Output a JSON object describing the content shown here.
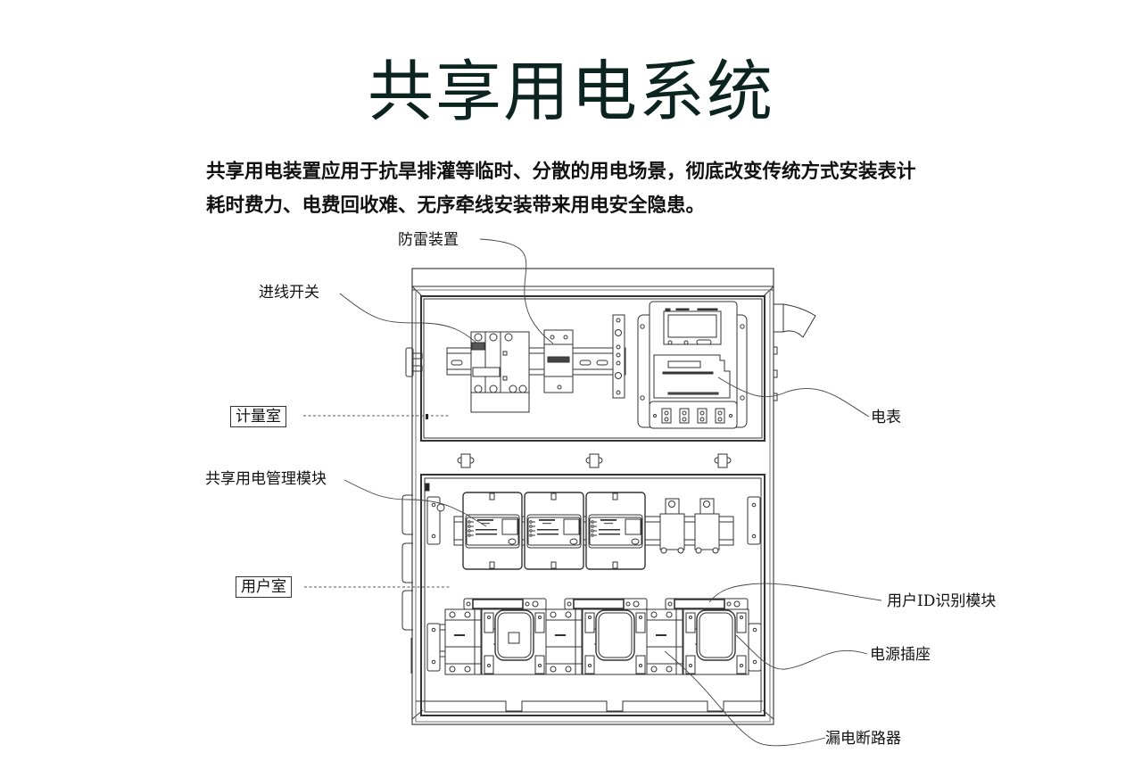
{
  "header": {
    "title": "共享用电系统"
  },
  "description": {
    "line1": "共享用电装置应用于抗旱排灌等临时、分散的用电场景，彻底改变传统方式安装表计",
    "line2": "耗时费力、电费回收难、无序牵线安装带来用电安全隐患。"
  },
  "diagram": {
    "callouts": {
      "surge_protector": "防雷装置",
      "incoming_switch": "进线开关",
      "meter_room": "计量室",
      "electric_meter": "电表",
      "management_module": "共享用电管理模块",
      "user_room": "用户室",
      "user_id_module": "用户ID识别模块",
      "power_socket": "电源插座",
      "leakage_breaker": "漏电断路器"
    },
    "management_modules_count": 3,
    "socket_units_count": 3,
    "line_color": "#333333"
  }
}
